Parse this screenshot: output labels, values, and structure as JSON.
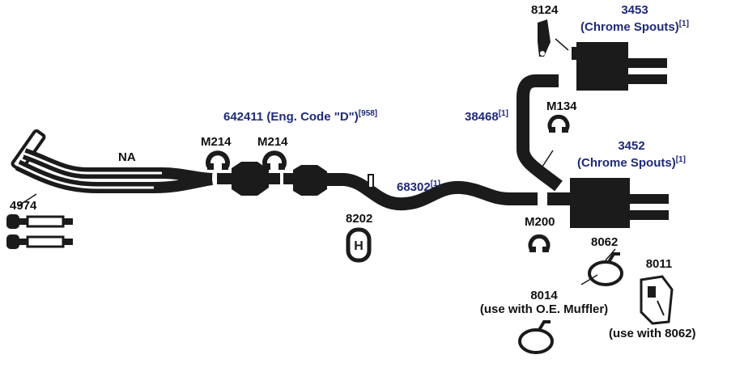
{
  "colors": {
    "part": "#1b1b1b",
    "label": "#111111",
    "accent": "#1f2a78",
    "background": "#ffffff"
  },
  "labels": {
    "pipe_na": "NA",
    "gasket_4974": "4974",
    "clamp_m214_a": "M214",
    "clamp_m214_b": "M214",
    "converter": {
      "code": "642411",
      "desc": "(Eng. Code \"D\")",
      "ref": "[958]"
    },
    "hanger_8202": "8202",
    "pipe_68302": {
      "code": "68302",
      "ref": "[1]"
    },
    "pipe_38468": {
      "code": "38468",
      "ref": "[1]"
    },
    "clamp_m134": "M134",
    "clamp_m200": "M200",
    "bracket_8124": "8124",
    "muffler_3453": {
      "code": "3453",
      "desc": "(Chrome Spouts)",
      "ref": "[1]"
    },
    "muffler_3452": {
      "code": "3452",
      "desc": "(Chrome Spouts)",
      "ref": "[1]"
    },
    "hanger_8062": "8062",
    "hanger_8014": {
      "code": "8014",
      "note": "(use with O.E. Muffler)"
    },
    "bracket_8011": {
      "code": "8011",
      "note": "(use with 8062)"
    }
  }
}
